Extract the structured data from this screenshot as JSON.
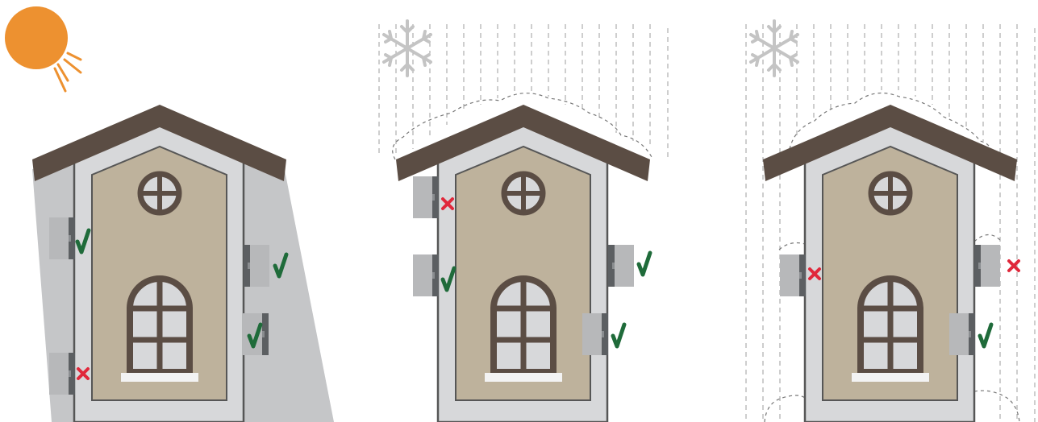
{
  "colors": {
    "sun": "#ED9130",
    "roof": "#5B4D44",
    "wall_outer": "#D7D8DA",
    "wall_inner": "#BEB29C",
    "outline": "#565656",
    "shadow": "#C5C6C8",
    "unit_light": "#B7B8BA",
    "unit_dark": "#5C5F62",
    "ok": "#1F6B3A",
    "bad": "#E0283B",
    "snow": "#9C9C9C"
  },
  "panels": [
    {
      "condition": "sun",
      "icon": "sun-icon",
      "units": [
        {
          "side": "left",
          "verdict": "ok"
        },
        {
          "side": "left",
          "verdict": "bad"
        },
        {
          "side": "right",
          "verdict": "ok"
        },
        {
          "side": "right",
          "verdict": "ok"
        }
      ]
    },
    {
      "condition": "snow",
      "icon": "snowflake-icon",
      "units": [
        {
          "side": "left",
          "verdict": "bad"
        },
        {
          "side": "left",
          "verdict": "ok"
        },
        {
          "side": "right",
          "verdict": "ok"
        },
        {
          "side": "right",
          "verdict": "ok"
        }
      ]
    },
    {
      "condition": "snow-drift",
      "icon": "snowflake-icon",
      "units": [
        {
          "side": "left",
          "verdict": "bad"
        },
        {
          "side": "right",
          "verdict": "bad"
        },
        {
          "side": "right",
          "verdict": "ok"
        }
      ]
    }
  ],
  "symbols": {
    "ok": "check-mark-icon",
    "bad": "cross-mark-icon"
  }
}
